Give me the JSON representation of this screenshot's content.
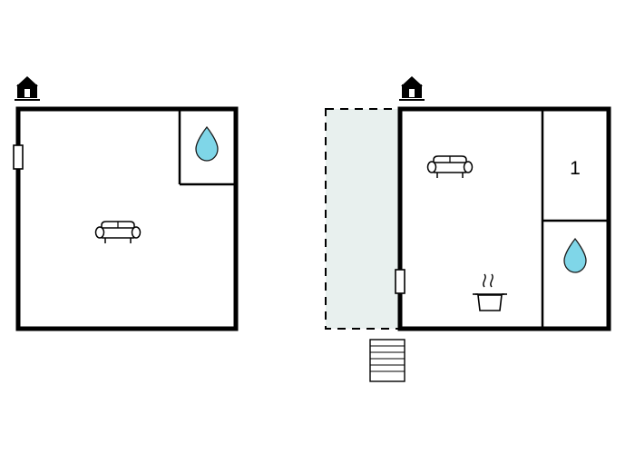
{
  "diagram": {
    "type": "floor-plan",
    "background_color": "#ffffff",
    "wall_color": "#000000",
    "terrace_fill": "#e8f0ee",
    "water_drop_color": "#7fd6e8",
    "units": [
      {
        "name": "left-unit",
        "label": "",
        "rooms": [
          {
            "name": "main-room",
            "label": ""
          },
          {
            "name": "bathroom",
            "label": ""
          }
        ],
        "icons": [
          {
            "name": "entrance-door-icon",
            "label": ""
          },
          {
            "name": "window-icon",
            "label": ""
          },
          {
            "name": "sofa-icon",
            "label": ""
          },
          {
            "name": "water-drop-icon",
            "label": ""
          }
        ]
      },
      {
        "name": "right-unit",
        "label": "",
        "rooms": [
          {
            "name": "main-room",
            "label": ""
          },
          {
            "name": "bedroom-1",
            "label": "1"
          },
          {
            "name": "bathroom",
            "label": ""
          },
          {
            "name": "terrace",
            "label": ""
          }
        ],
        "icons": [
          {
            "name": "entrance-door-icon",
            "label": ""
          },
          {
            "name": "window-icon",
            "label": ""
          },
          {
            "name": "sofa-icon",
            "label": ""
          },
          {
            "name": "stove-pot-icon",
            "label": ""
          },
          {
            "name": "water-drop-icon",
            "label": ""
          },
          {
            "name": "stairs-icon",
            "label": ""
          }
        ]
      }
    ],
    "labels": {
      "bedroom_1": "1"
    }
  }
}
